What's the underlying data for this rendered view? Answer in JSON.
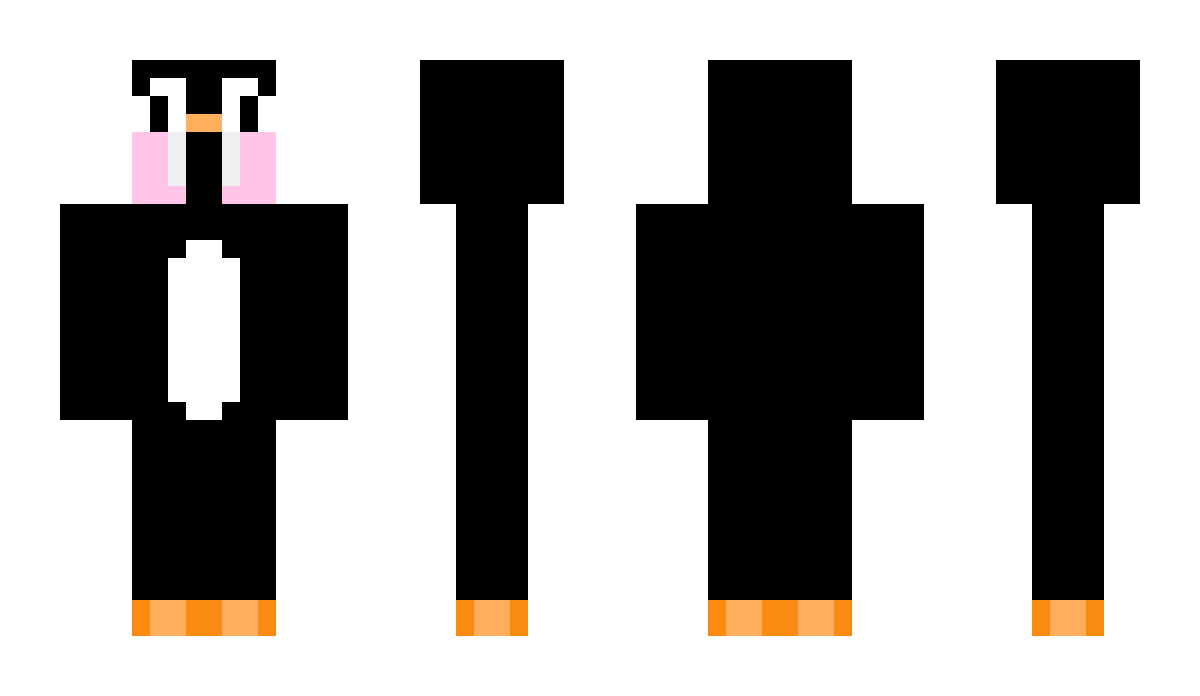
{
  "skin": {
    "views": [
      "front",
      "right-side",
      "back",
      "left-side"
    ],
    "colors": {
      "background": "#ffffff",
      "body": "#000000",
      "eye_white": "#ffffff",
      "belly": "#ffffff",
      "beak": "#ffae5c",
      "blush": "#ffc4e7",
      "tear": "#f0f0f0",
      "feet_dark": "#fb8a13",
      "feet_light": "#ffae5c"
    }
  }
}
